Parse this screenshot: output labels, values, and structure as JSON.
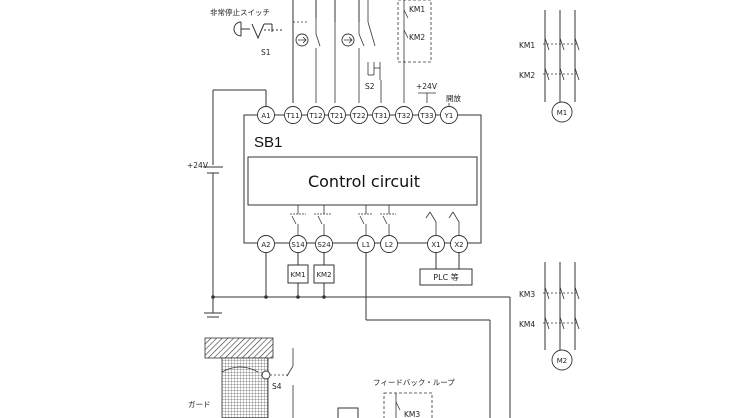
{
  "labels": {
    "emergency_stop_switch": "非常停止スイッチ",
    "s1": "S1",
    "s2": "S2",
    "s4": "S4",
    "plus24v_top": "+24V",
    "release": "開放",
    "plus24v_left": "+24V",
    "unit_name": "SB1",
    "control_circuit": "Control circuit",
    "plc": "PLC 等",
    "feedback_loop": "フィードバック・ループ",
    "guard": "ガード",
    "km3_box": "KM3"
  },
  "top_terminals": [
    "A1",
    "T11",
    "T12",
    "T21",
    "T22",
    "T31",
    "T32",
    "T33",
    "Y1"
  ],
  "bottom_terminals": [
    "A2",
    "S14",
    "S24",
    "L1",
    "L2",
    "X1",
    "X2"
  ],
  "coils": [
    "KM1",
    "KM2"
  ],
  "top_dashed_contacts": [
    "KM1",
    "KM2"
  ],
  "motor_groups": [
    {
      "contactors": [
        "KM1",
        "KM2"
      ],
      "motor": "M1"
    },
    {
      "contactors": [
        "KM3",
        "KM4"
      ],
      "motor": "M2"
    }
  ]
}
